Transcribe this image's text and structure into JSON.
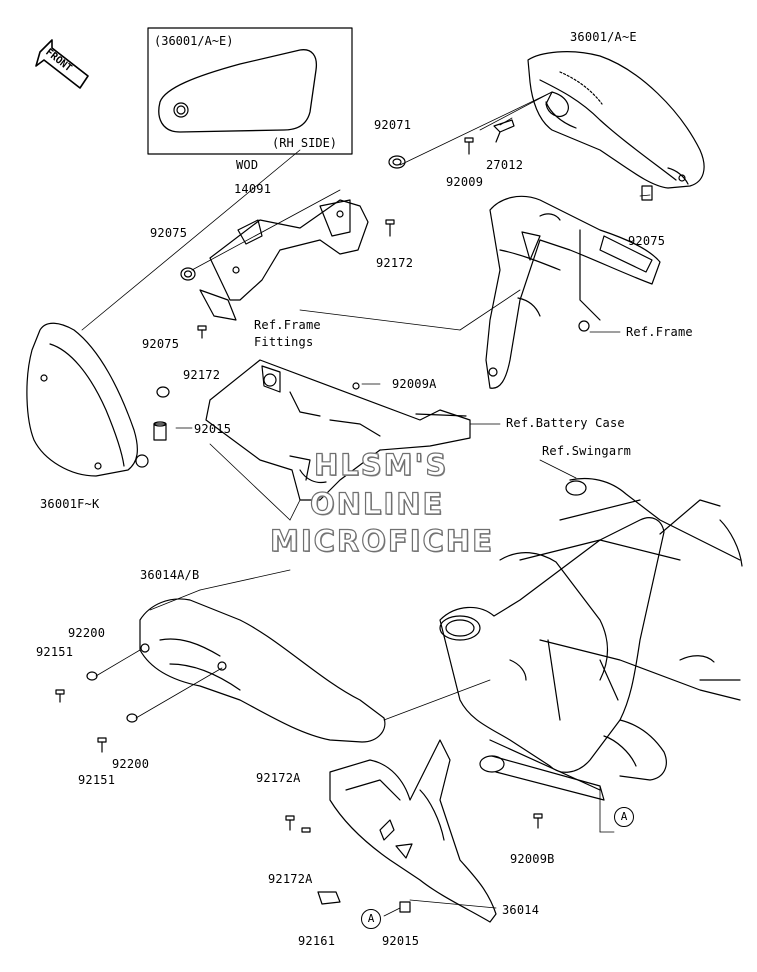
{
  "front_badge": "FRONT",
  "inset": {
    "title": "(36001/A~E)",
    "side": "(RH SIDE)"
  },
  "watermark": [
    "HLSM'S",
    "ONLINE",
    "MICROFICHE"
  ],
  "parts": [
    "36001/A~E",
    "92071",
    "27012",
    "92009",
    "WOD",
    "14091",
    "92075",
    "92172",
    "92075",
    "Ref.Frame Fittings",
    "Ref.Frame",
    "92075",
    "92172",
    "92009A",
    "92015",
    "Ref.Battery Case",
    "Ref.Swingarm",
    "36001F~K",
    "36014A/B",
    "92200",
    "92151",
    "92200",
    "92151",
    "92172A",
    "92009B",
    "92172A",
    "36014",
    "92161",
    "92015"
  ],
  "callouts": [
    "A",
    "A"
  ]
}
